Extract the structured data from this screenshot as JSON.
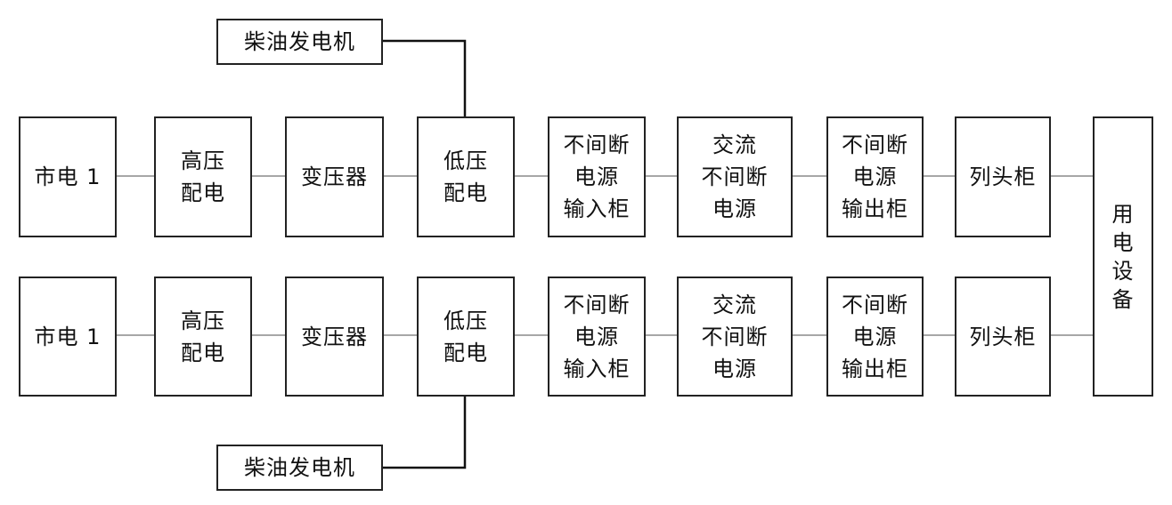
{
  "diagram": {
    "row1": {
      "mains": "市电 1",
      "hv_distribution": "高压\n配电",
      "transformer": "变压器",
      "lv_distribution": "低压\n配电",
      "ups_input_cabinet": "不间断\n电源\n输入柜",
      "ac_ups": "交流\n不间断\n电源",
      "ups_output_cabinet": "不间断\n电源\n输出柜",
      "column_head_cabinet": "列头柜",
      "diesel_generator": "柴油发电机"
    },
    "row2": {
      "mains": "市电 1",
      "hv_distribution": "高压\n配电",
      "transformer": "变压器",
      "lv_distribution": "低压\n配电",
      "ups_input_cabinet": "不间断\n电源\n输入柜",
      "ac_ups": "交流\n不间断\n电源",
      "ups_output_cabinet": "不间断\n电源\n输出柜",
      "column_head_cabinet": "列头柜",
      "diesel_generator": "柴油发电机"
    },
    "load_equipment": "用\n电\n设\n备"
  },
  "colors": {
    "box_border": "#222222",
    "main_wire": "#8a8a8a",
    "generator_wire": "#111111",
    "text": "#111111"
  }
}
